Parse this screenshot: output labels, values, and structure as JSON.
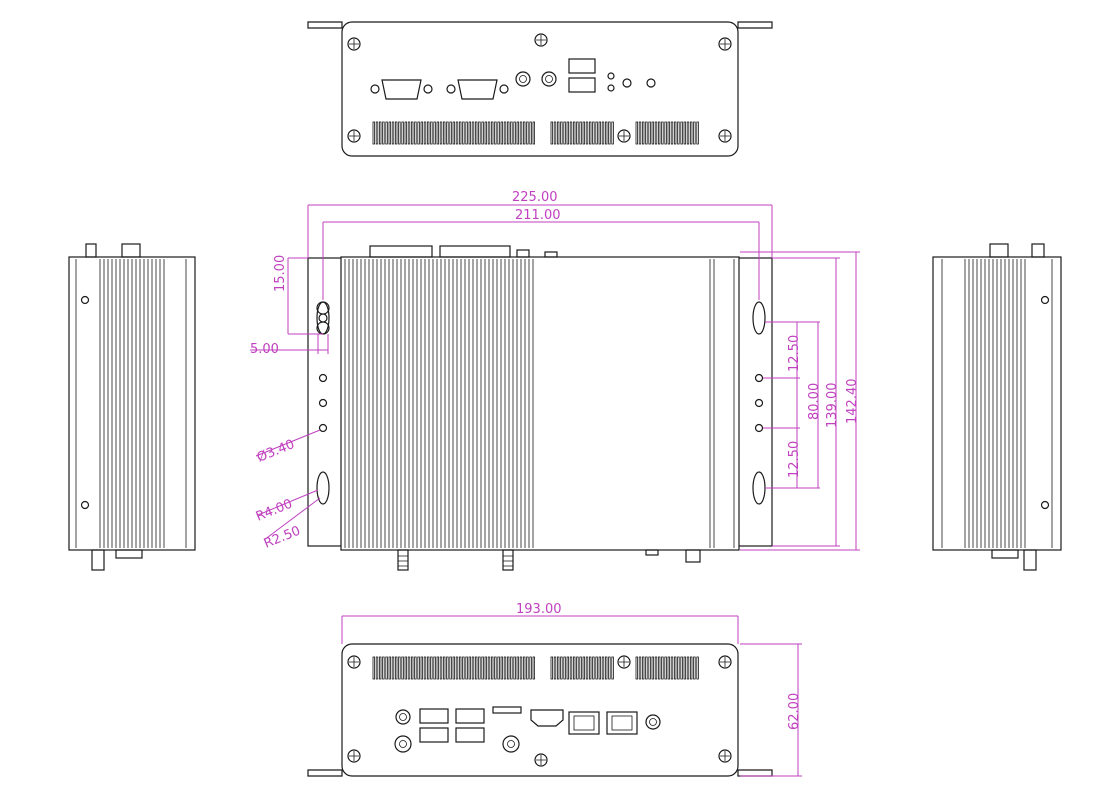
{
  "dimensions": {
    "outer_width": "225.00",
    "mount_spacing": "211.00",
    "slot_height": "15.00",
    "slot_offset": "5.00",
    "hole_diameter": "Ø3.40",
    "radius_large": "R4.00",
    "radius_small": "R2.50",
    "hole_pitch_top": "12.50",
    "hole_span": "80.00",
    "hole_pitch_bottom": "12.50",
    "slot_span": "139.00",
    "outer_depth": "142.40",
    "body_width": "193.00",
    "body_height": "62.00"
  },
  "colors": {
    "line": "#1a1a1a",
    "dimension": "#c040c0",
    "background": "#ffffff"
  }
}
